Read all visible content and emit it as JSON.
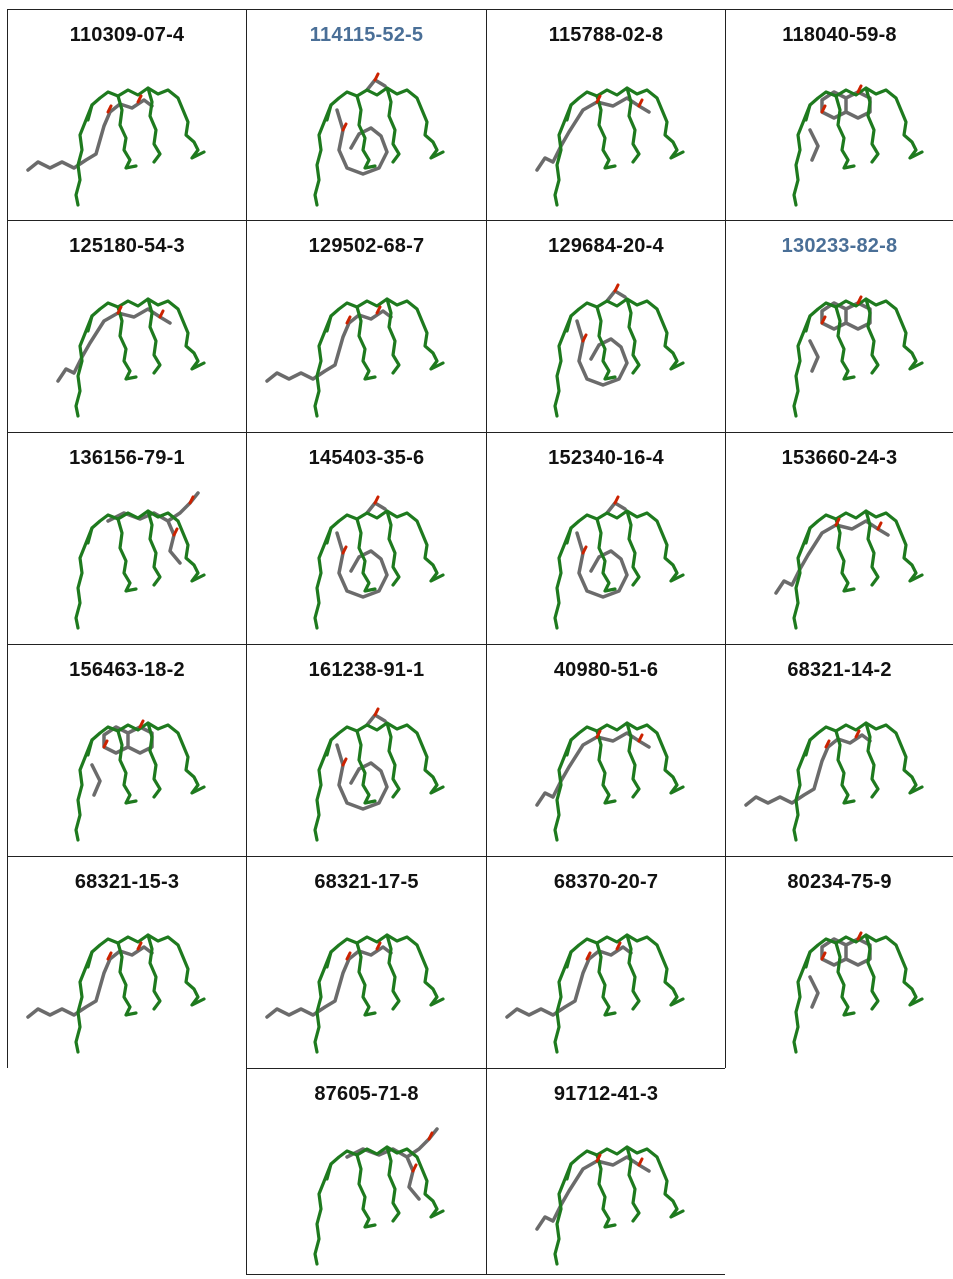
{
  "colors": {
    "reference_chain": "#1e7a1e",
    "query_chain": "#6b6b6b",
    "oxygen": "#cc2200",
    "linked_label": "#4a6f97",
    "label": "#111111",
    "border": "#222222"
  },
  "cells": [
    {
      "label": "110309-07-4",
      "linked": false,
      "variant": 0
    },
    {
      "label": "114115-52-5",
      "linked": true,
      "variant": 1
    },
    {
      "label": "115788-02-8",
      "linked": false,
      "variant": 2
    },
    {
      "label": "118040-59-8",
      "linked": false,
      "variant": 3
    },
    {
      "label": "125180-54-3",
      "linked": false,
      "variant": 2
    },
    {
      "label": "129502-68-7",
      "linked": false,
      "variant": 0
    },
    {
      "label": "129684-20-4",
      "linked": false,
      "variant": 1
    },
    {
      "label": "130233-82-8",
      "linked": true,
      "variant": 3
    },
    {
      "label": "136156-79-1",
      "linked": false,
      "variant": 4
    },
    {
      "label": "145403-35-6",
      "linked": false,
      "variant": 1
    },
    {
      "label": "152340-16-4",
      "linked": false,
      "variant": 1
    },
    {
      "label": "153660-24-3",
      "linked": false,
      "variant": 2
    },
    {
      "label": "156463-18-2",
      "linked": false,
      "variant": 3
    },
    {
      "label": "161238-91-1",
      "linked": false,
      "variant": 1
    },
    {
      "label": "40980-51-6",
      "linked": false,
      "variant": 2
    },
    {
      "label": "68321-14-2",
      "linked": false,
      "variant": 0
    },
    {
      "label": "68321-15-3",
      "linked": false,
      "variant": 0
    },
    {
      "label": "68321-17-5",
      "linked": false,
      "variant": 0
    },
    {
      "label": "68370-20-7",
      "linked": false,
      "variant": 0
    },
    {
      "label": "80234-75-9",
      "linked": false,
      "variant": 3
    },
    {
      "label": "",
      "linked": false,
      "variant": -1
    },
    {
      "label": "87605-71-8",
      "linked": false,
      "variant": 4
    },
    {
      "label": "91712-41-3",
      "linked": false,
      "variant": 2
    },
    {
      "label": "",
      "linked": false,
      "variant": -1
    }
  ]
}
